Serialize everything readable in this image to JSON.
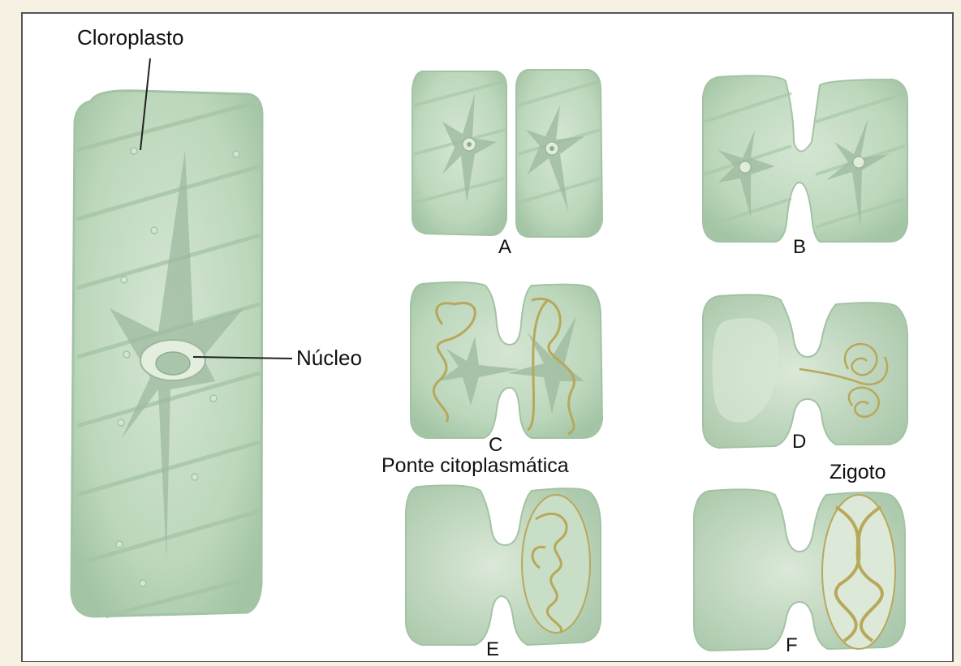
{
  "labels": {
    "chloroplast": "Cloroplasto",
    "nucleus": "Núcleo",
    "cytoplasmic_bridge": "Ponte citoplasmática",
    "zygote": "Zigoto"
  },
  "stages": {
    "a": "A",
    "b": "B",
    "c": "C",
    "d": "D",
    "e": "E",
    "f": "F"
  },
  "colors": {
    "background": "#f6f1e2",
    "frame": "#555555",
    "panel": "#ffffff",
    "cell_fill": "#b9d5b9",
    "cell_edge": "#9cbf9e",
    "star": "#8fb093",
    "chloroplast_band": "#a9c8aa",
    "chromosome": "#b7a85a"
  }
}
